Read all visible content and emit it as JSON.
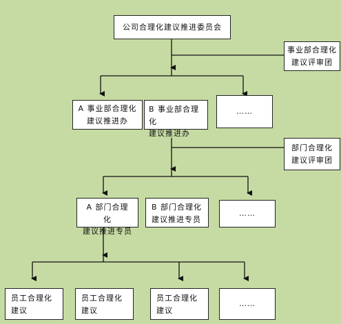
{
  "diagram": {
    "committee": "公司合理化建议推进委员会",
    "division_review": [
      "事业部合理化",
      "建议评审团"
    ],
    "division_a": [
      "A 事业部合理化",
      "建议推进办"
    ],
    "division_b": [
      "B 事业部合理化",
      "建议推进办"
    ],
    "division_more": "……",
    "dept_review": [
      "部门合理化",
      "建议评审团"
    ],
    "dept_a": [
      "A 部门合理化",
      "建议推进专员"
    ],
    "dept_b": [
      "B 部门合理化",
      "建议推进专员"
    ],
    "dept_more": "……",
    "staff_1": [
      "员工合理化",
      "建议"
    ],
    "staff_2": [
      "员工合理化",
      "建议"
    ],
    "staff_3": [
      "员工合理化",
      "建议"
    ],
    "staff_more": "……"
  }
}
